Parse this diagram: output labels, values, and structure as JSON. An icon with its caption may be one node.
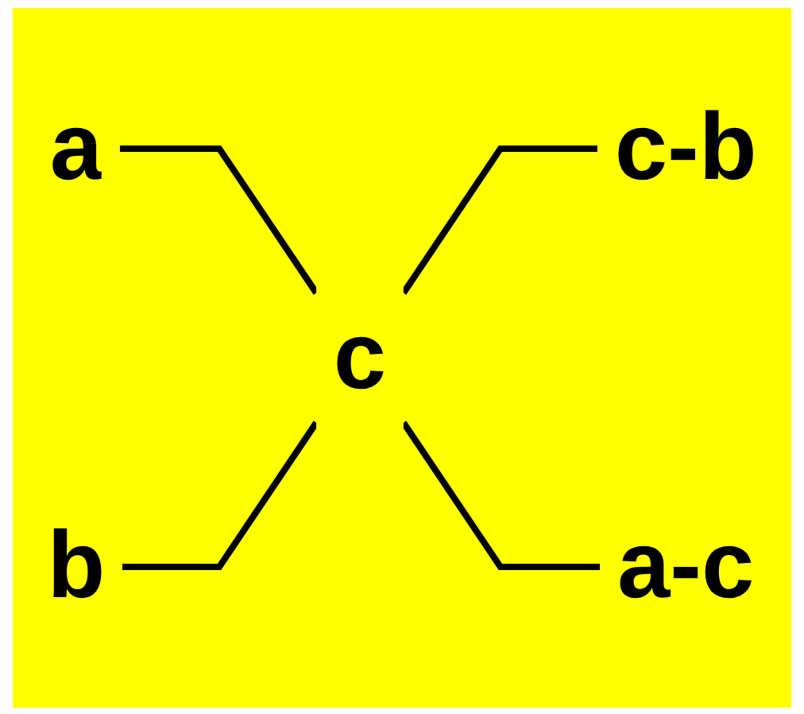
{
  "diagram": {
    "nodes": [
      {
        "text": [
          "a"
        ]
      },
      {
        "text": [
          "c-b"
        ]
      },
      {
        "text": [
          "c"
        ]
      },
      {
        "text": [
          "b"
        ]
      },
      {
        "text": [
          "a-c"
        ]
      }
    ],
    "edges": [
      {
        "from": 0,
        "to": 2,
        "arrow": "none"
      },
      {
        "from": 3,
        "to": 2,
        "arrow": "none"
      },
      {
        "from": 2,
        "to": 1,
        "arrow": "none"
      },
      {
        "from": 2,
        "to": 4,
        "arrow": "none"
      }
    ]
  }
}
